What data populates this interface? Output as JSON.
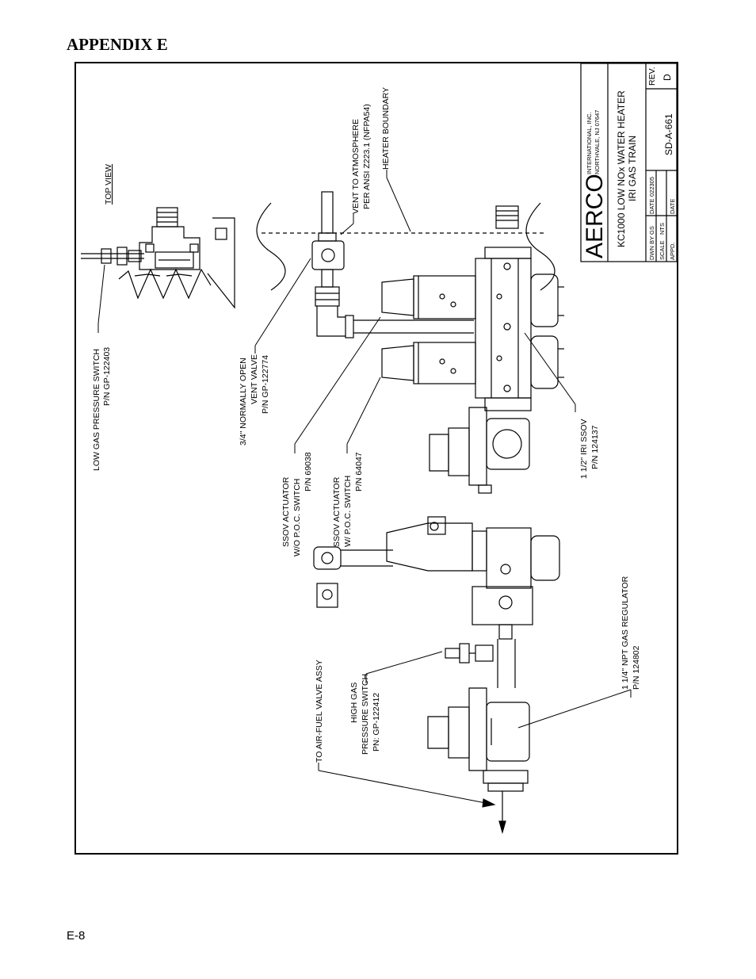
{
  "page": {
    "heading": "APPENDIX E",
    "page_number": "E-8"
  },
  "title_block": {
    "company_logo": "AERCO",
    "company_name": "INTERNATIONAL, INC.",
    "company_address": "NORTHVALE, NJ  07647",
    "drawing_title_line1": "KC1000 LOW NOx WATER HEATER",
    "drawing_title_line2": "IRI GAS TRAIN",
    "drawing_number": "SD-A-661",
    "rev_label": "REV.",
    "rev_value": "D",
    "dwn_by_label": "DWN BY",
    "dwn_by_value": "GS",
    "date_label": "DATE",
    "date_value": "022305",
    "scale_label": "SCALE",
    "scale_value": "NTS",
    "appd_label": "APPD.",
    "appd_date_label": "DATE"
  },
  "callouts": {
    "top_view": "TOP VIEW",
    "low_gas_switch_1": "LOW GAS PRESSURE SWITCH",
    "low_gas_switch_2": "P/N GP-122403",
    "vent_atm_1": "VENT TO ATMOSPHERE",
    "vent_atm_2": "PER ANSI Z223.1 (NFPA54)",
    "heater_boundary": "HEATER BOUNDARY",
    "vent_valve_1": "3/4\" NORMALLY OPEN",
    "vent_valve_2": "VENT VALVE",
    "vent_valve_3": "P/N GP-122774",
    "ssov_wo_1": "SSOV ACTUATOR",
    "ssov_wo_2": "W/O P.O.C. SWITCH",
    "ssov_wo_3": "P/N 69038",
    "ssov_w_1": "SSOV ACTUATOR",
    "ssov_w_2": "W/ P.O.C. SWITCH",
    "ssov_w_3": "P/N 64047",
    "iri_ssov_1": "1 1/2\" IRI SSOV",
    "iri_ssov_2": "P/N 124137",
    "air_fuel": "TO AIR-FUEL VALVE ASSY",
    "high_gas_1": "HIGH GAS",
    "high_gas_2": "PRESSURE SWITCH",
    "high_gas_3": "PN: GP-122412",
    "regulator_1": "1 1/4\" NPT GAS REGULATOR",
    "regulator_2": "P/N  124802"
  }
}
